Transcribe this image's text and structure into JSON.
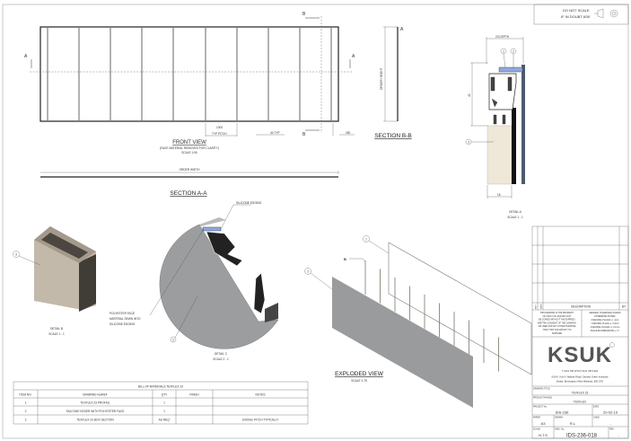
{
  "header": {
    "do_not_scale": "DO NOT SCALE",
    "if_in_doubt": "IF IN DOUBT ASK"
  },
  "front_view": {
    "title": "FRONT VIEW",
    "subtitle": "(FACE MATERIAL REMOVED FOR CLARITY)",
    "scale": "SCALE 1:50",
    "pitch_value": "1000",
    "pitch_label": "TYP PITCH",
    "bar_width": "40 TYP",
    "end_offset": "250",
    "order_width": "ORDER WIDTH",
    "section_a_label": "A",
    "section_b_label": "B"
  },
  "section_aa": {
    "title": "SECTION A-A"
  },
  "section_bb": {
    "title": "SECTION B-B",
    "order_height": "ORDER HEIGHT",
    "label": "A"
  },
  "detail_a": {
    "title": "DETAIL A",
    "scale": "SCALE 1 : 1",
    "depth": "23 DEPTH",
    "height": "40",
    "width": "16",
    "balloons": [
      "1",
      "2",
      "3"
    ]
  },
  "detail_b": {
    "title": "DETAIL B",
    "scale": "SCALE 1 : 1",
    "balloon": "3"
  },
  "detail_c": {
    "title": "DETAIL C",
    "scale": "SCALE 2 : 1",
    "silicone_label": "SILICONE EDGING",
    "face_label_1": "POLYESTER FACE",
    "face_label_2": "MATERIAL SEWN INTO",
    "face_label_3": "SILICONE EDGING",
    "balloon": "2"
  },
  "exploded_view": {
    "title": "EXPLODED VIEW",
    "scale": "SCALE 1:75",
    "balloons": [
      "1",
      "2"
    ],
    "b_label": "B"
  },
  "bom": {
    "title": "BILL OF MATERIALS TEXFLEX 23",
    "headers": [
      "ITEM NO.",
      "DRAWING No/REF",
      "QTY",
      "FINISH",
      "NOTES"
    ],
    "rows": [
      [
        "1",
        "TEXFLEX 23 PROFILE",
        "1",
        "",
        ""
      ],
      [
        "2",
        "SILICONE KEDER WITH POLYESTER FACE",
        "1",
        "",
        ""
      ],
      [
        "3",
        "TEXFLEX 23 BOX SECTION",
        "AS REQ'",
        "",
        "1000mm PITCH TYPICALLY"
      ]
    ]
  },
  "title_block": {
    "rev_headers": {
      "rev": "REV",
      "date": "DATE",
      "description": "DESCRIPTION",
      "by": "BY"
    },
    "property_note": [
      "THIS DRAWING IS THE PROPERTY",
      "OF KSUK LTD. AND MAY NOT",
      "BE COPIED WITHOUT THE EXPRESS",
      "WRITTEN CONSENT OF THE COMPANY",
      "OR USED FOR ANY OTHER PURPOSE",
      "THAN THAT FOR WHICH IT IS",
      "SUPPLIED"
    ],
    "tolerance_note": [
      "GENERAL TOLERANCE UNLESS",
      "OTHERWISE STATED:",
      "0 DECIMAL PLACES +/- 1mm",
      "1 DECIMAL PLACE +/- 0.5mm",
      "2 DECIMAL PLACES +/- 0.1mm",
      "ANGULAR DIMENSIONS +/- 1°"
    ],
    "logo": "KSUK",
    "phone": "T 0121 783 0779  F 0121 783 1304",
    "address_1": "KSUK, Unit 4, Valepits Road, Garretts Green Industrial",
    "address_2": "Estate, Birmingham West Midlands, B33 0TD",
    "drawing_title_label": "DRAWING TITLE",
    "drawing_title": "TEXFLEX 23",
    "product_range_label": "PRODUCT RANGE",
    "product_range": "TEXFLEX",
    "project_label": "PROJECT No.",
    "project": "IDS-236",
    "date_label": "DATE",
    "date": "20-02-19",
    "paper_label": "PAPER",
    "paper": "A3",
    "drawn_label": "DRAWN",
    "drawn": "R.L",
    "chkd_label": "CHKD",
    "chkd": "-",
    "scale_label": "SCALE",
    "scale": "N.T.S",
    "dwg_label": "DWG. No.",
    "dwg": "IDS-236-018",
    "rev_label": "REV",
    "rev": "-"
  }
}
